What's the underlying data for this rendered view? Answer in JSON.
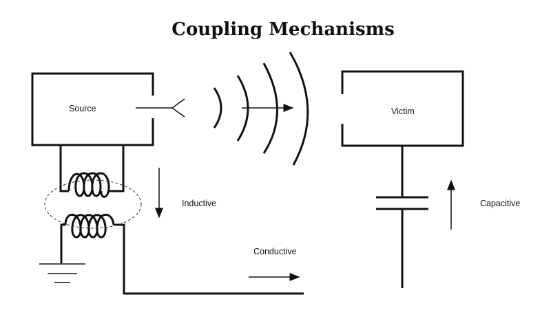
{
  "title": "Coupling Mechanisms",
  "labels": {
    "source": "Source",
    "victim": "Victim",
    "inductive": "Inductive",
    "capacitive": "Capacitive",
    "conductive": "Conductive"
  },
  "colors": {
    "stroke": "#111111",
    "background": "#ffffff"
  }
}
